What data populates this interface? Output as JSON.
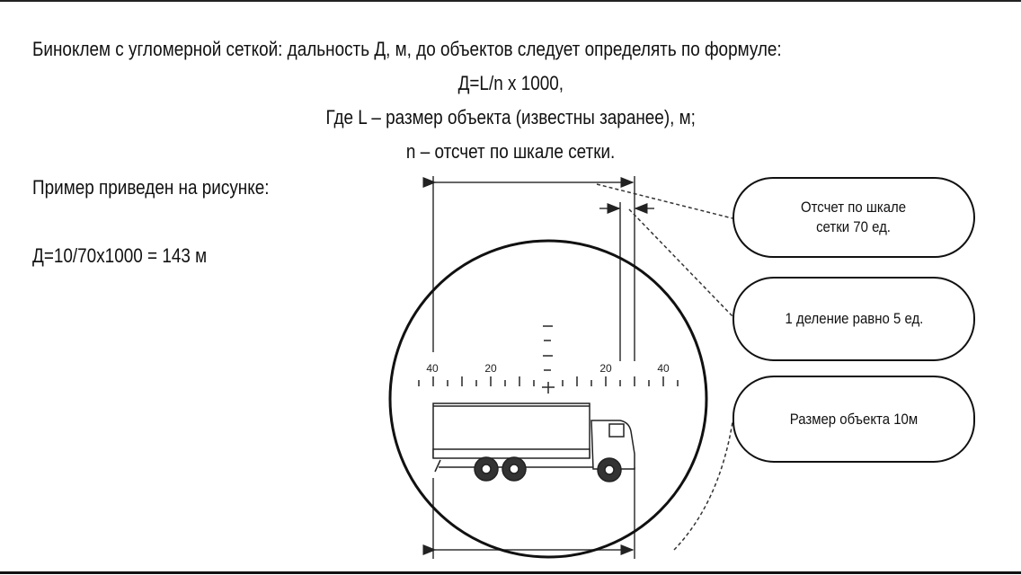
{
  "text": {
    "line1": "Биноклем с угломерной сеткой: дальность Д, м, до объектов следует определять по формуле:",
    "formula": "Д=L/n x 1000,",
    "line3": "Где L – размер объекта (известны заранее), м;",
    "line4": "n – отсчет по шкале сетки.",
    "example_label": "Пример приведен на рисунке:",
    "example_calc": "Д=10/70x1000 = 143 м"
  },
  "callouts": [
    {
      "text": "Отсчет по шкале\nсетки 70 ед."
    },
    {
      "text": "1 деление равно 5 ед."
    },
    {
      "text": "Размер объекта 10м"
    }
  ],
  "scale_labels": [
    "40",
    "20",
    "20",
    "40"
  ]
}
